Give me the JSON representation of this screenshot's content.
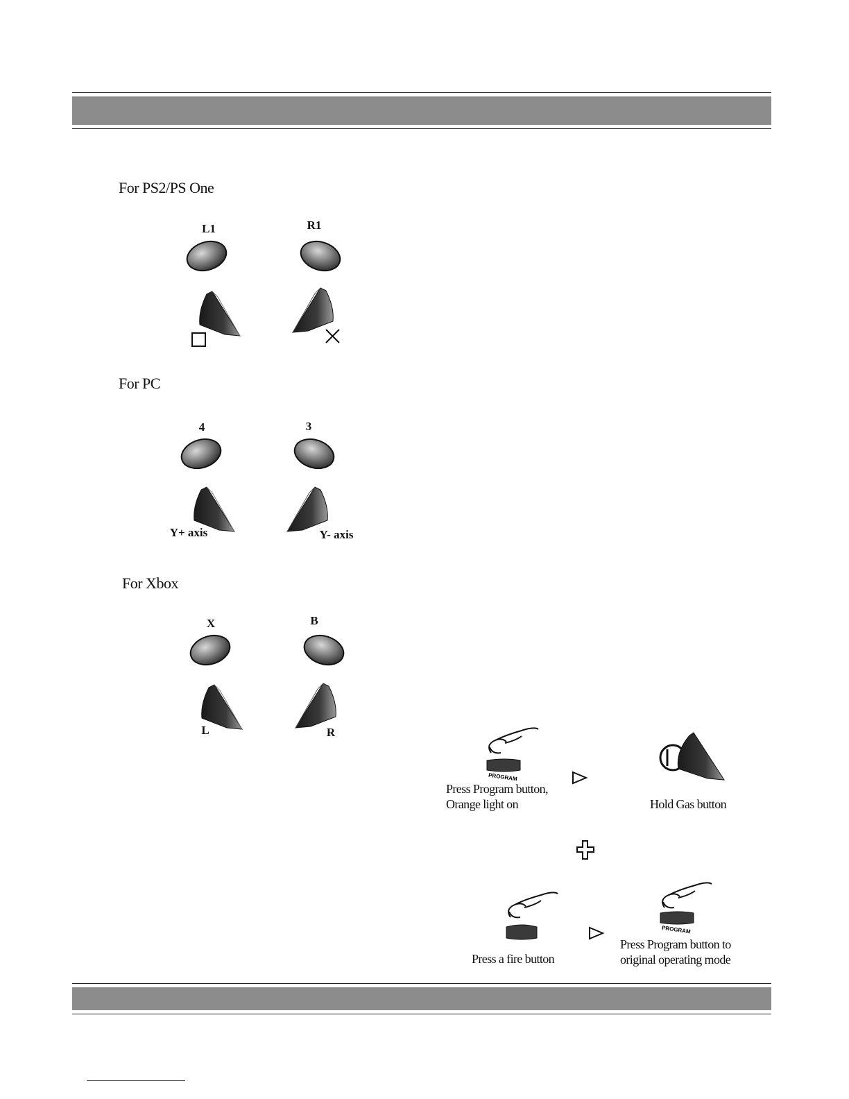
{
  "sections": [
    {
      "title": "For PS2/PS One",
      "left_button_label": "L1",
      "right_button_label": "R1",
      "left_trigger_label": "□",
      "right_trigger_label": "×"
    },
    {
      "title": "For PC",
      "left_button_label": "4",
      "right_button_label": "3",
      "left_trigger_label": "Y+ axis",
      "right_trigger_label": "Y- axis"
    },
    {
      "title": "For Xbox",
      "left_button_label": "X",
      "right_button_label": "B",
      "left_trigger_label": "L",
      "right_trigger_label": "R"
    }
  ],
  "steps": {
    "step1": "Press Program button,\nOrange light on",
    "step2": "Hold Gas button",
    "step3": "Press a fire button",
    "step4": "Press Program button to\noriginal operating mode",
    "program_button_text": "PROGRAM"
  },
  "icons": {
    "arrow": "play-triangle-icon",
    "plus": "plus-icon",
    "finger": "finger-press-icon",
    "program_button": "program-button-icon",
    "trigger": "trigger-pedal-icon",
    "fire_button": "fire-button-icon"
  },
  "colors": {
    "header_bar": "#8c8c8c"
  }
}
